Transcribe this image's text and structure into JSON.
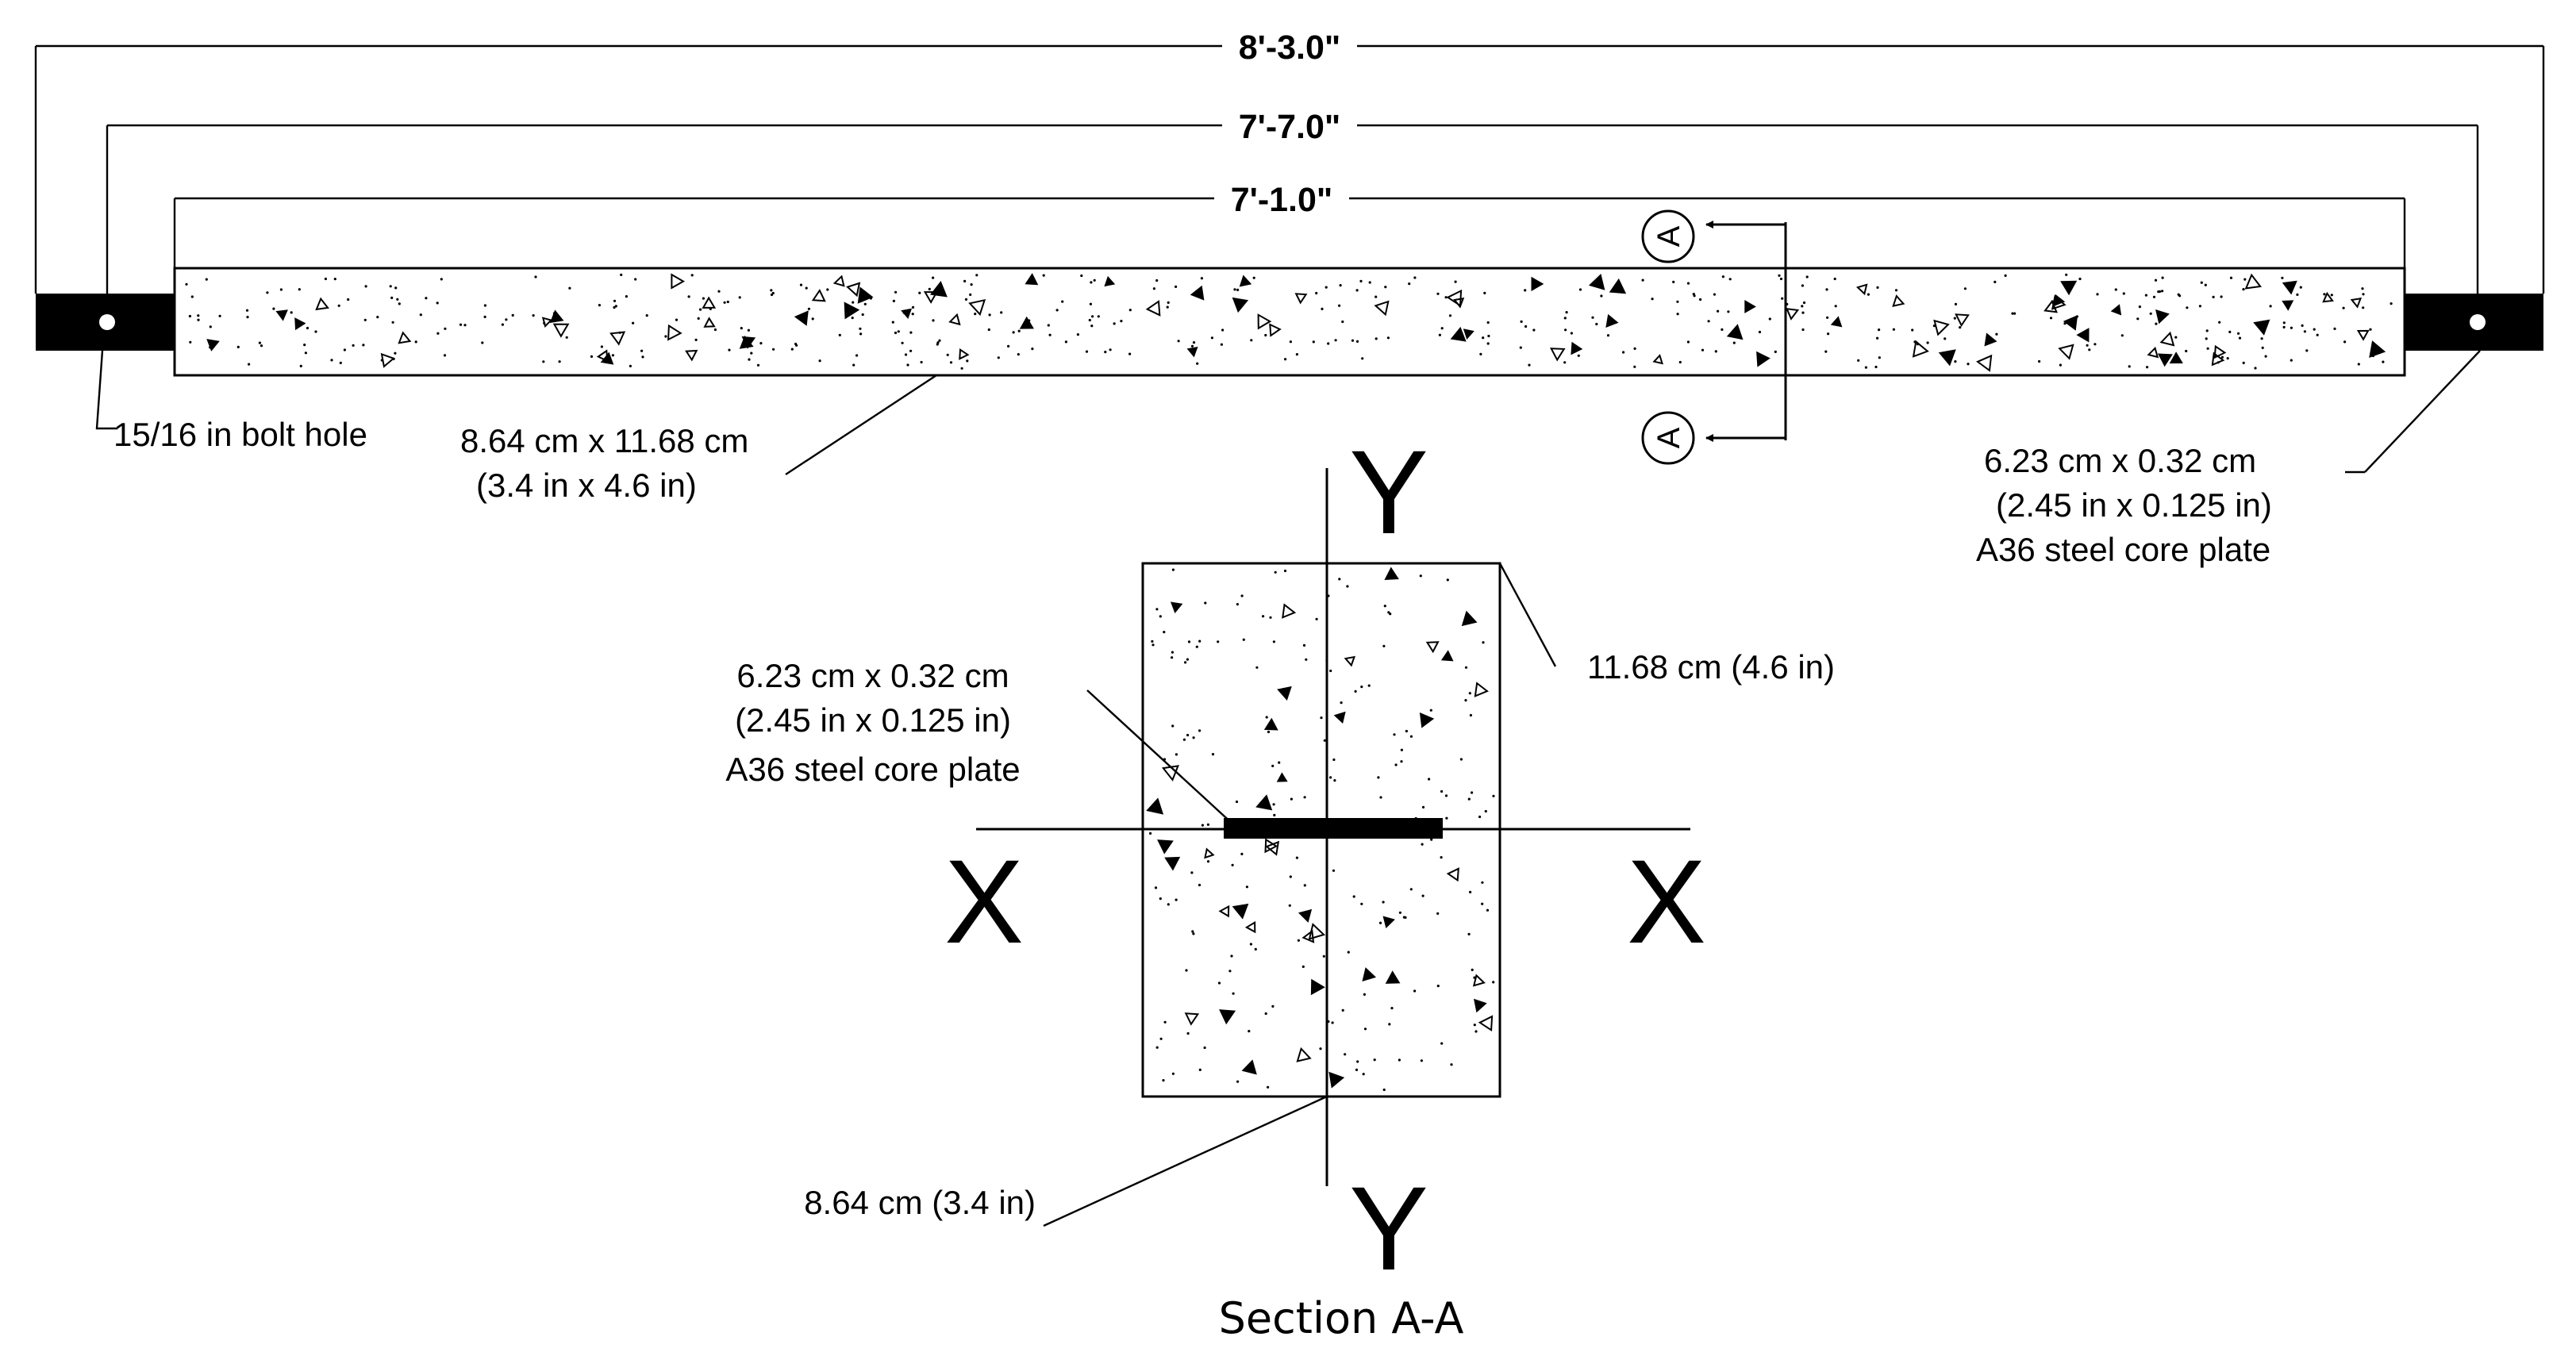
{
  "dimensions": {
    "overall": "8'-3.0\"",
    "bolt_to_bolt": "7'-7.0\"",
    "casing_length": "7'-1.0\""
  },
  "section_marker_label": "A",
  "labels": {
    "bolt_hole": "15/16 in bolt hole",
    "casing_size_line1": "8.64 cm x 11.68 cm",
    "casing_size_line2": "(3.4 in x 4.6 in)",
    "core_plate_line1": "6.23 cm x 0.32 cm",
    "core_plate_line2": "(2.45 in x 0.125 in)",
    "core_plate_line3": "A36 steel core plate"
  },
  "section": {
    "title": "Section A-A",
    "axis_x": "X",
    "axis_y": "Y",
    "height_label": "11.68 cm (4.6 in)",
    "width_label": "8.64 cm (3.4 in)",
    "core_line1": "6.23 cm x 0.32 cm",
    "core_line2": "(2.45 in x 0.125 in)",
    "core_line3": "A36 steel core plate"
  }
}
